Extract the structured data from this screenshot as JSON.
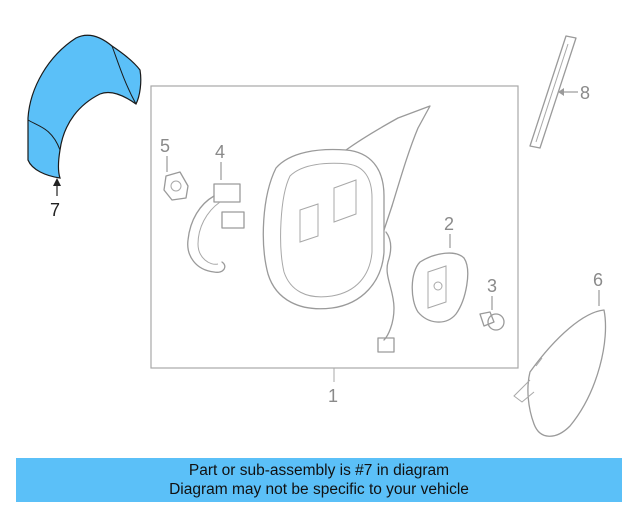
{
  "callouts": {
    "c1": "1",
    "c2": "2",
    "c3": "3",
    "c4": "4",
    "c5": "5",
    "c6": "6",
    "c7": "7",
    "c8": "8"
  },
  "highlight_color": "#5bc0f8",
  "footer": {
    "line1": "Part or sub-assembly is #7 in diagram",
    "line2": "Diagram may not be specific to your vehicle"
  }
}
